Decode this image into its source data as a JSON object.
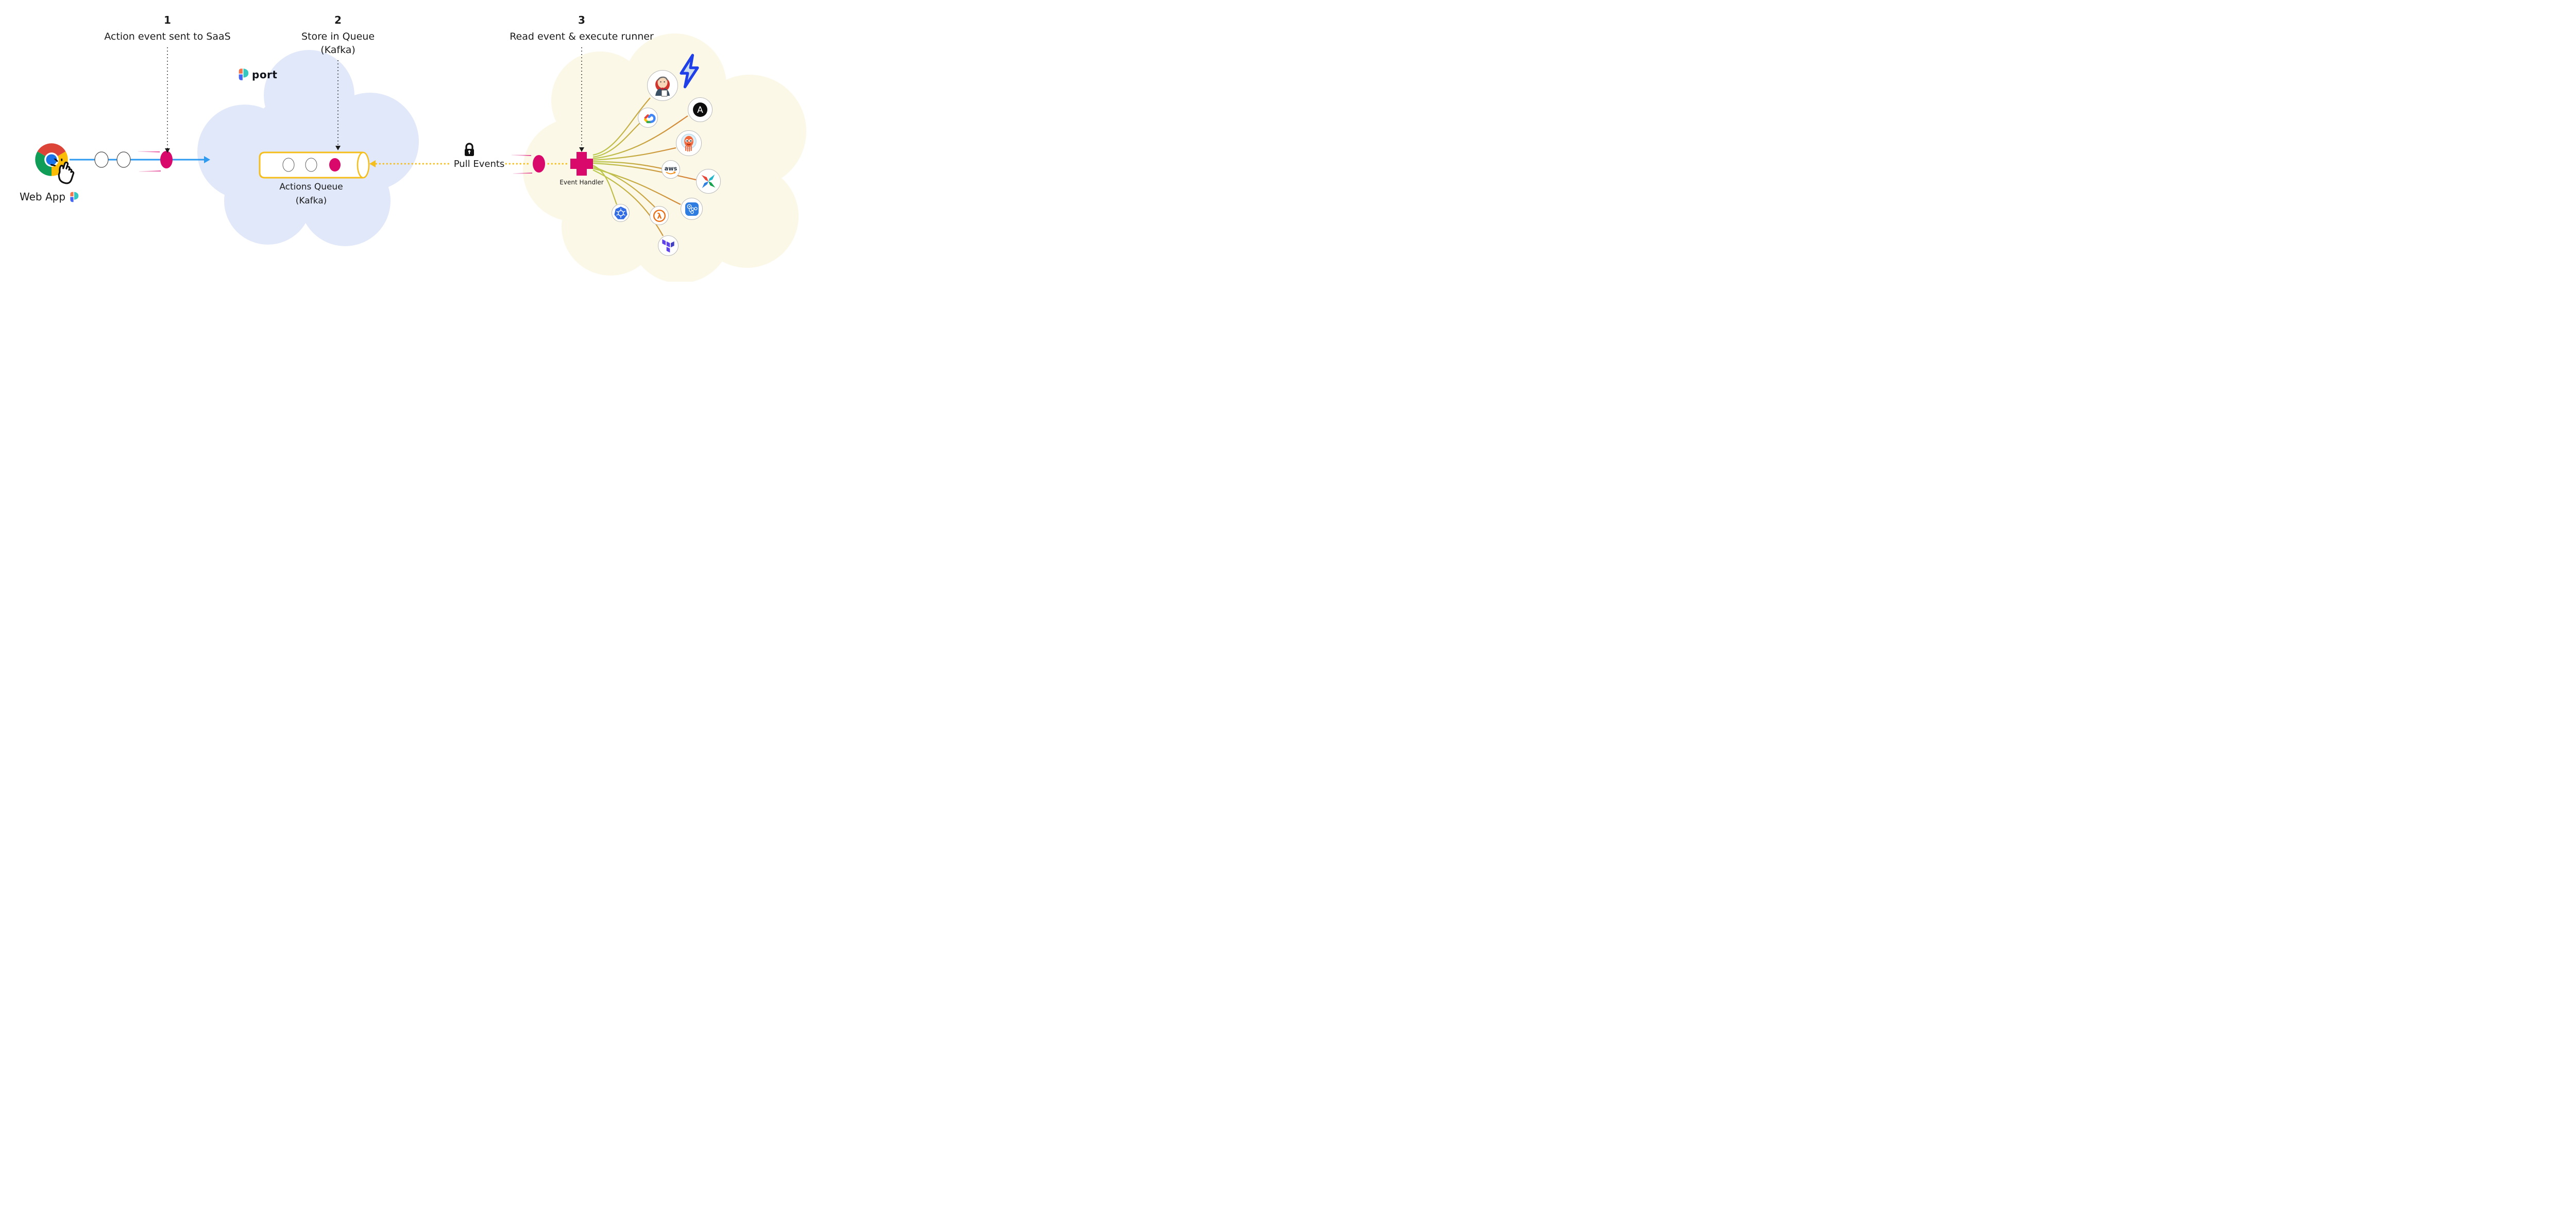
{
  "steps": [
    {
      "number": "1",
      "label": "Action event sent to SaaS"
    },
    {
      "number": "2",
      "label": "Store in Queue",
      "sublabel": "(Kafka)"
    },
    {
      "number": "3",
      "label": "Read event & execute runner"
    }
  ],
  "web_app": {
    "label": "Web App"
  },
  "port": {
    "wordmark": "port"
  },
  "queue": {
    "label": "Actions Queue",
    "sublabel": "(Kafka)"
  },
  "pull_events": {
    "label": "Pull Events"
  },
  "event_handler": {
    "label": "Event Handler"
  },
  "icon_text": {
    "aws": "aws",
    "ansible": "A",
    "lambda": "λ"
  },
  "runners": [
    "jenkins",
    "google-cloud",
    "ansible",
    "octopus-deploy",
    "aws",
    "airflow",
    "kubernetes",
    "aws-lambda",
    "kubeflow-pipelines",
    "terraform"
  ],
  "colors": {
    "accent_pink": "#D9086B",
    "queue_gold": "#F5BE1A",
    "flow_blue": "#2E9BF0",
    "cloud_blue": "#E1E8FA",
    "cloud_yellow": "#FBF8E7",
    "fan_green": "#B9CC4F",
    "fan_orange": "#DD7030",
    "lightning_blue": "#1F3FE8",
    "lightning_fill": "#CBDDEE"
  }
}
